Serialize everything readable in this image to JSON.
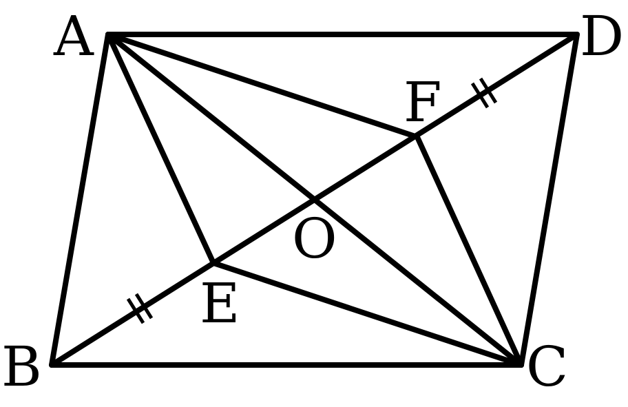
{
  "figure": {
    "labels": {
      "A": "A",
      "B": "B",
      "C": "C",
      "D": "D",
      "E": "E",
      "F": "F",
      "O": "O"
    },
    "colors": {
      "stroke": "#000000",
      "background": "#ffffff"
    }
  }
}
